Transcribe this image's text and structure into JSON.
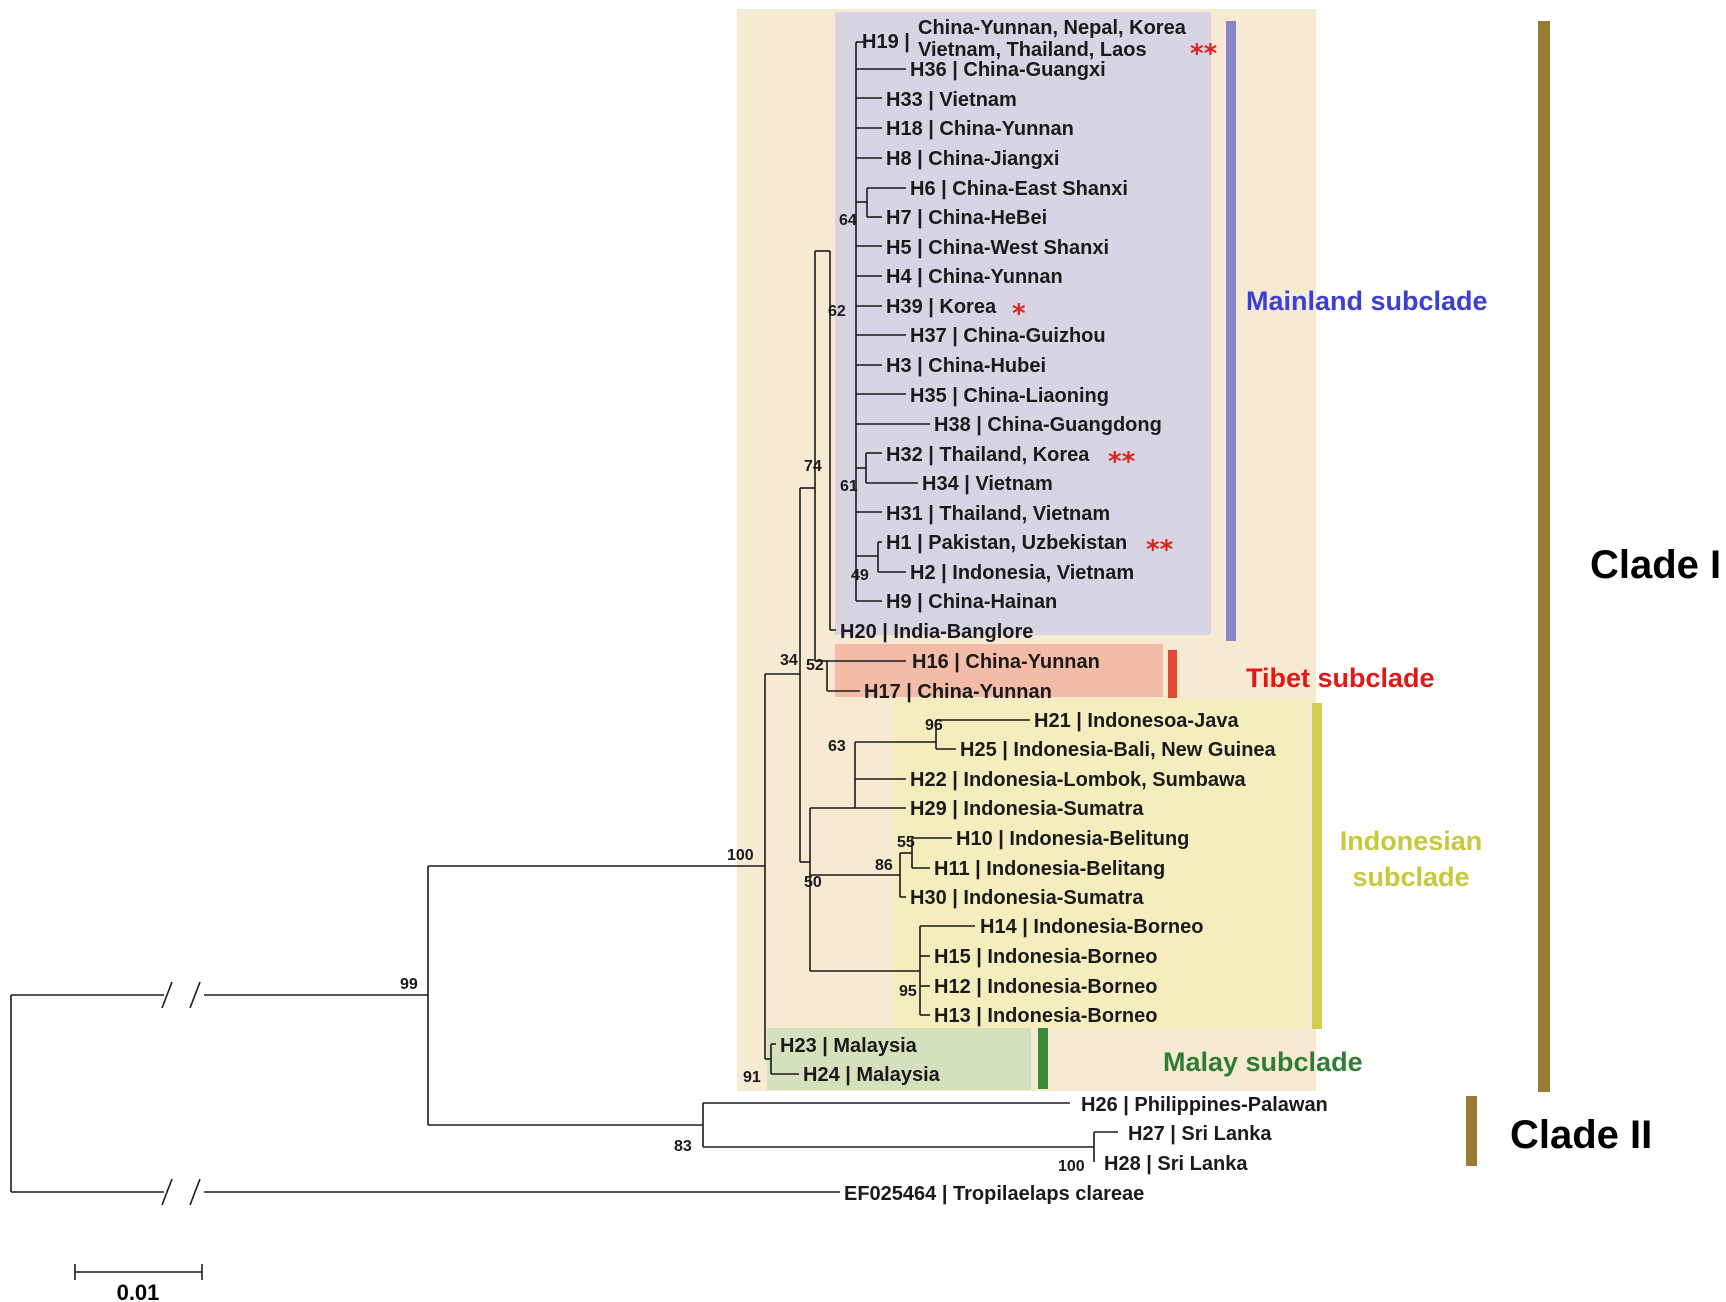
{
  "colors": {
    "clade1_bg": "#f7ead3",
    "mainland_bg": "#d8d4e4",
    "mainland": "#3a3fd6",
    "mainland_bar": "#8686c8",
    "tibet_bg": "#f4bca7",
    "tibet": "#e01818",
    "tibet_bar": "#e24a35",
    "indonesian_bg": "#f4edbd",
    "indonesian": "#c8c83a",
    "indonesian_bar": "#cfcf4e",
    "malay_bg": "#d4e1bd",
    "malay": "#2e7d32",
    "malay_bar": "#3b8a37",
    "clade_bar": "#9b7a33",
    "star": "#e0201c",
    "line": "#1a1a1a"
  },
  "leaves": {
    "h19_line1": "China-Yunnan, Nepal, Korea",
    "h19_line2": "Vietnam, Thailand, Laos",
    "h19_pre": "H19 |",
    "h36": "H36 | China-Guangxi",
    "h33": "H33 | Vietnam",
    "h18": "H18 | China-Yunnan",
    "h8": "H8 | China-Jiangxi",
    "h6": "H6 | China-East Shanxi",
    "h7": "H7 | China-HeBei",
    "h5": "H5 | China-West Shanxi",
    "h4": "H4 | China-Yunnan",
    "h39": "H39 | Korea",
    "h37": "H37 | China-Guizhou",
    "h3": "H3 | China-Hubei",
    "h35": "H35 | China-Liaoning",
    "h38": "H38 | China-Guangdong",
    "h32": "H32 | Thailand, Korea",
    "h34": "H34 | Vietnam",
    "h31": "H31 | Thailand, Vietnam",
    "h1": "H1 | Pakistan, Uzbekistan",
    "h2": "H2 | Indonesia, Vietnam",
    "h9": "H9 | China-Hainan",
    "h20": "H20 | India-Banglore",
    "h16": "H16 | China-Yunnan",
    "h17": "H17 | China-Yunnan",
    "h21": "H21 | Indonesoa-Java",
    "h25": "H25 | Indonesia-Bali, New Guinea",
    "h22": "H22 | Indonesia-Lombok, Sumbawa",
    "h29": "H29 | Indonesia-Sumatra",
    "h10": "H10 | Indonesia-Belitung",
    "h11": "H11 | Indonesia-Belitang",
    "h30": "H30 | Indonesia-Sumatra",
    "h14": "H14 | Indonesia-Borneo",
    "h15": "H15 | Indonesia-Borneo",
    "h12": "H12 | Indonesia-Borneo",
    "h13": "H13 | Indonesia-Borneo",
    "h23": "H23 | Malaysia",
    "h24": "H24 | Malaysia",
    "h26": "H26 | Philippines-Palawan",
    "h27": "H27 | Sri Lanka",
    "h28": "H28 | Sri Lanka",
    "outgroup": "EF025464 | Tropilaelaps clareae"
  },
  "stars": {
    "double": "**",
    "single": "*"
  },
  "bootstrap": {
    "b64": "64",
    "b62": "62",
    "b74": "74",
    "b61": "61",
    "b49": "49",
    "b34": "34",
    "b52": "52",
    "b96": "96",
    "b63": "63",
    "b55": "55",
    "b86": "86",
    "b50": "50",
    "b95": "95",
    "b91": "91",
    "b100_clade1": "100",
    "b99": "99",
    "b83": "83",
    "b100_srilanka": "100"
  },
  "subclades": {
    "mainland": "Mainland subclade",
    "tibet": "Tibet subclade",
    "indonesian_line1": "Indonesian",
    "indonesian_line2": "subclade",
    "malay": "Malay subclade"
  },
  "clades": {
    "clade1": "Clade I",
    "clade2": "Clade II"
  },
  "scale": {
    "label": "0.01"
  }
}
